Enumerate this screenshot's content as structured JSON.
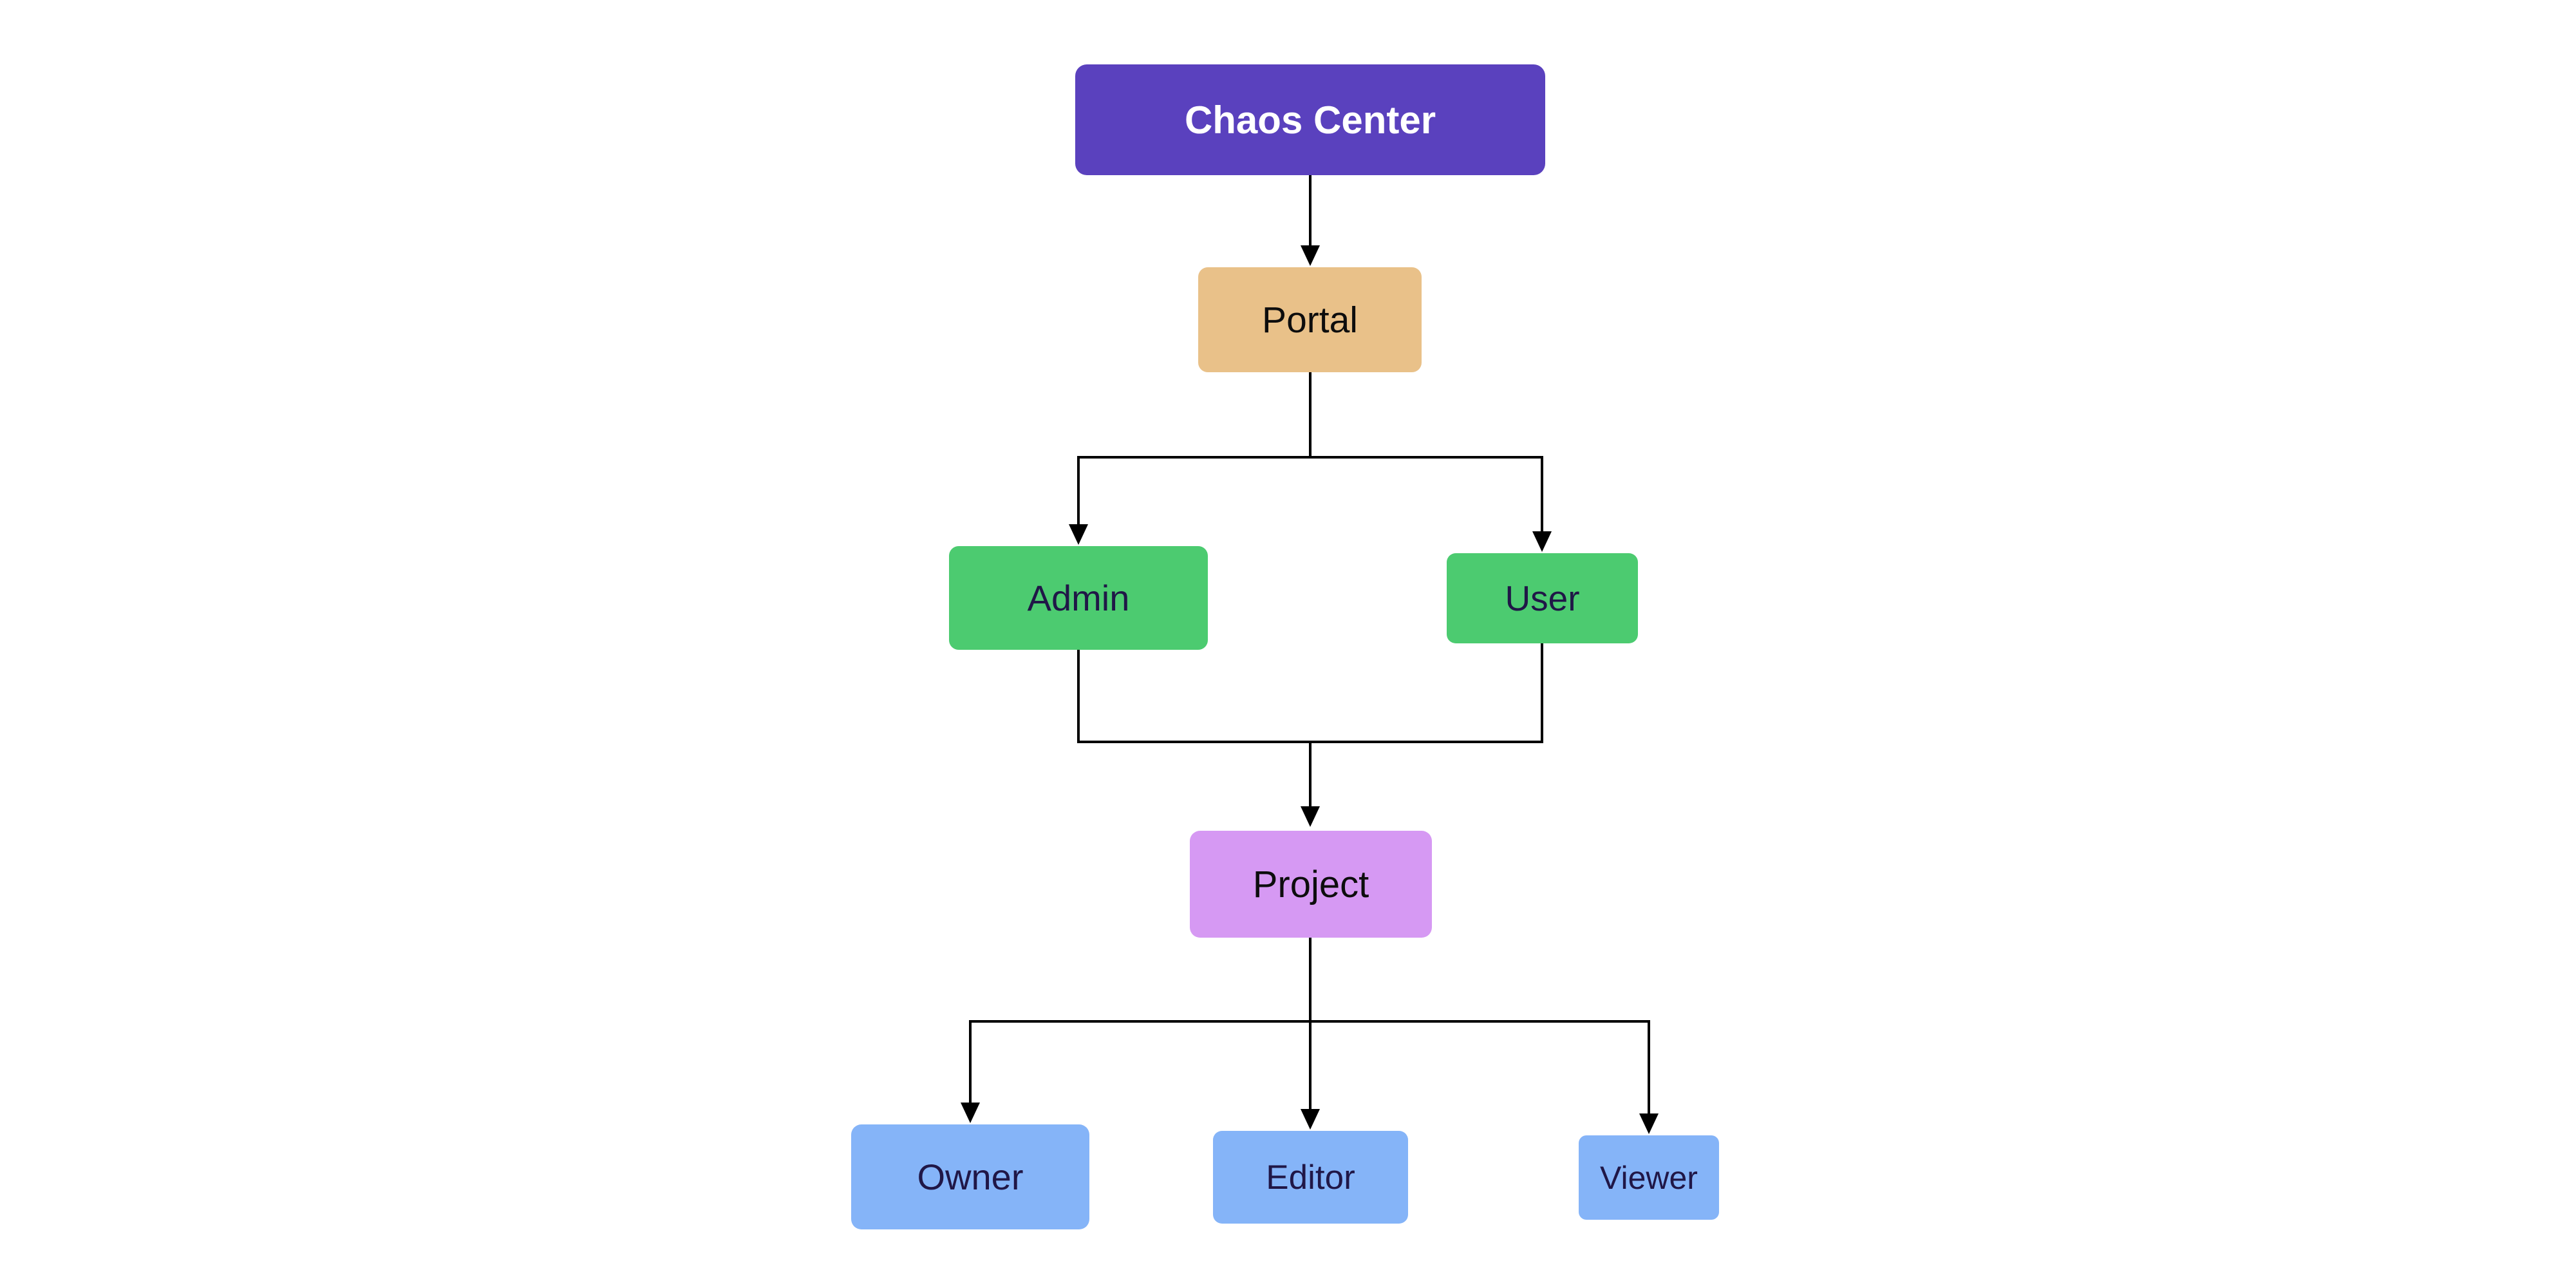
{
  "diagram": {
    "type": "flowchart",
    "background": "#ffffff",
    "edge_color": "#000000",
    "nodes": [
      {
        "id": "chaos-center",
        "label": "Chaos Center",
        "fill": "#5a41be",
        "text_color": "#ffffff"
      },
      {
        "id": "portal",
        "label": "Portal",
        "fill": "#e9c189",
        "text_color": "#0d0d0d"
      },
      {
        "id": "admin",
        "label": "Admin",
        "fill": "#4ccb70",
        "text_color": "#201747"
      },
      {
        "id": "user",
        "label": "User",
        "fill": "#4ccb70",
        "text_color": "#201747"
      },
      {
        "id": "project",
        "label": "Project",
        "fill": "#d699f3",
        "text_color": "#0d0d0d"
      },
      {
        "id": "owner",
        "label": "Owner",
        "fill": "#85b4f8",
        "text_color": "#201747"
      },
      {
        "id": "editor",
        "label": "Editor",
        "fill": "#85b4f8",
        "text_color": "#201747"
      },
      {
        "id": "viewer",
        "label": "Viewer",
        "fill": "#85b4f8",
        "text_color": "#201747"
      }
    ],
    "edges": [
      {
        "from": "Chaos Center",
        "to": "Portal"
      },
      {
        "from": "Portal",
        "to": "Admin"
      },
      {
        "from": "Portal",
        "to": "User"
      },
      {
        "from": "Admin",
        "to": "Project"
      },
      {
        "from": "User",
        "to": "Project"
      },
      {
        "from": "Project",
        "to": "Owner"
      },
      {
        "from": "Project",
        "to": "Editor"
      },
      {
        "from": "Project",
        "to": "Viewer"
      }
    ]
  }
}
